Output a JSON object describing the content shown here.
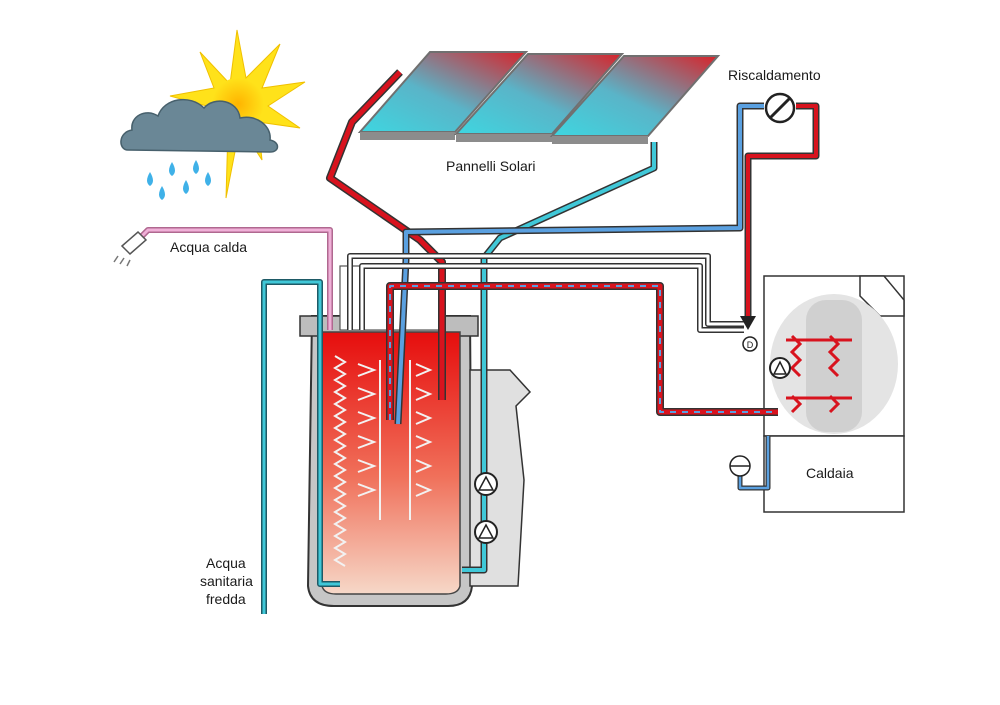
{
  "labels": {
    "panels": "Pannelli Solari",
    "heating": "Riscaldamento",
    "hot_water": "Acqua calda",
    "cold_water_line1": "Acqua",
    "cold_water_line2": "sanitaria",
    "cold_water_line3": "fredda",
    "boiler": "Caldaia",
    "valve_mark": "D"
  },
  "colors": {
    "hot_pipe": "#d8131e",
    "cold_pipe": "#5aa0e0",
    "cyan_pipe": "#40c8d8",
    "pink_pipe": "#e89ac8",
    "tank_shell": "#c8c8c8",
    "panel_red": "#d8232a",
    "panel_cyan": "#3ed6e0",
    "sun": "#ffe21a",
    "cloud": "#6a8796"
  },
  "icons": [
    "sun-icon",
    "cloud-icon",
    "rain-icon",
    "shower-icon",
    "thermostat-icon",
    "pump-icon",
    "expansion-vessel-icon",
    "three-way-valve-icon"
  ]
}
